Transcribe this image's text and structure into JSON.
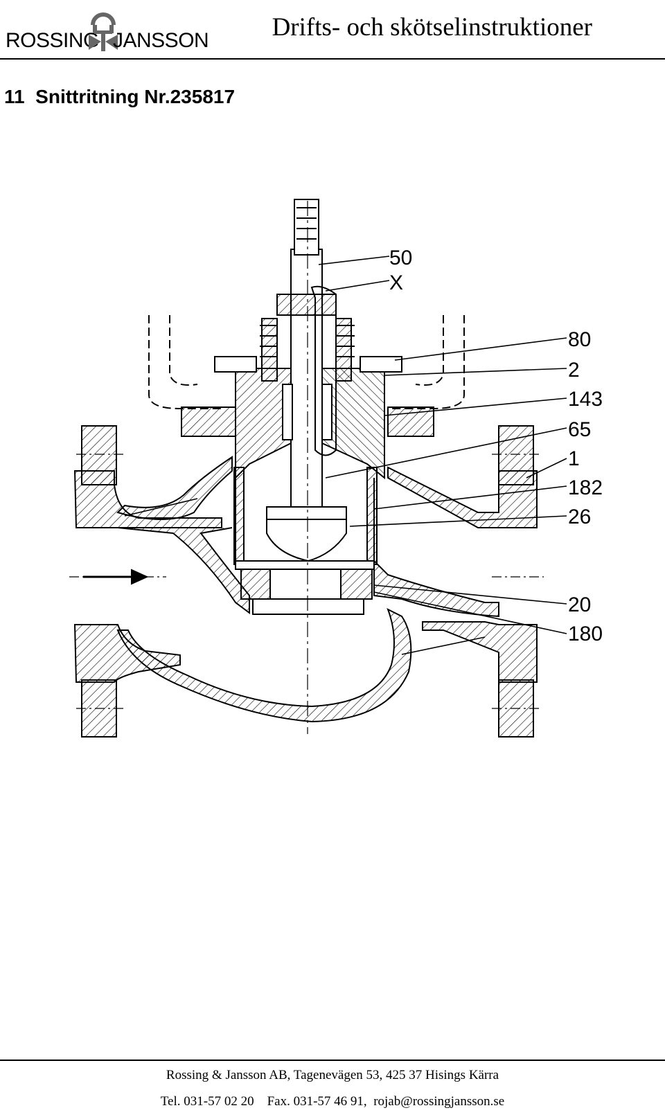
{
  "header": {
    "logo_left": "ROSSING",
    "logo_right": "JANSSON",
    "title": "Drifts- och skötselinstruktioner"
  },
  "section": {
    "number": "11",
    "title": "Snittritning Nr.235817"
  },
  "drawing": {
    "part_labels": [
      "50",
      "X",
      "80",
      "2",
      "143",
      "65",
      "1",
      "182",
      "26",
      "20",
      "180"
    ]
  },
  "footer": {
    "address": "Rossing & Jansson AB, Tagenevägen 53, 425 37  Hisings Kärra",
    "phone": "Tel. 031-57 02 20",
    "fax": "Fax. 031-57 46 91,",
    "email": "rojab@rossingjansson.se"
  }
}
